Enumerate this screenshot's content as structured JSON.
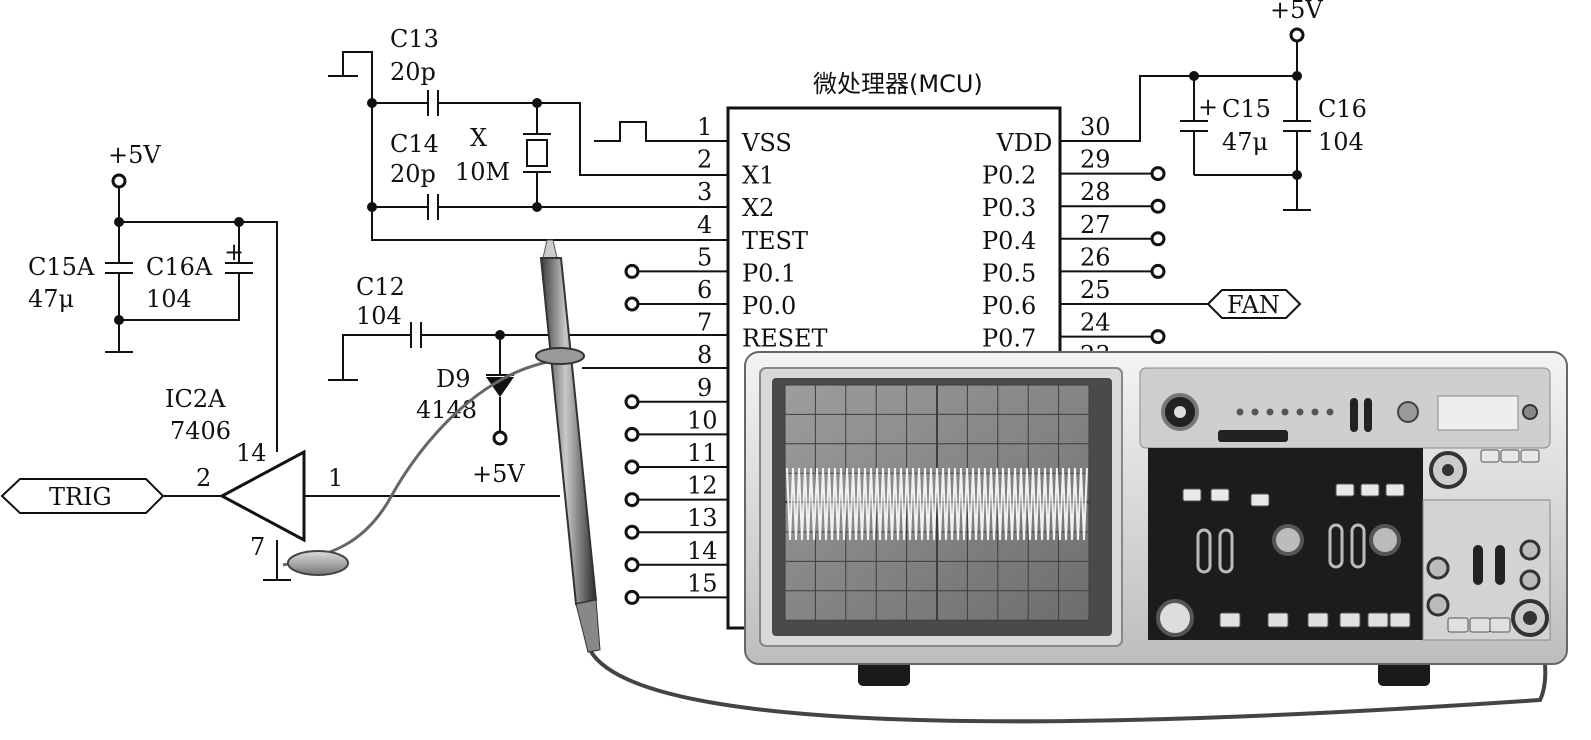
{
  "mcu": {
    "title": "微处理器(MCU)",
    "left_pins": [
      {
        "num": "1",
        "name": "VSS"
      },
      {
        "num": "2",
        "name": "X1"
      },
      {
        "num": "3",
        "name": "X2"
      },
      {
        "num": "4",
        "name": "TEST"
      },
      {
        "num": "5",
        "name": "P0.1"
      },
      {
        "num": "6",
        "name": "P0.0"
      },
      {
        "num": "7",
        "name": "RESET"
      },
      {
        "num": "8",
        "name": ""
      },
      {
        "num": "9",
        "name": ""
      },
      {
        "num": "10",
        "name": ""
      },
      {
        "num": "11",
        "name": ""
      },
      {
        "num": "12",
        "name": ""
      },
      {
        "num": "13",
        "name": ""
      },
      {
        "num": "14",
        "name": ""
      },
      {
        "num": "15",
        "name": ""
      }
    ],
    "right_pins": [
      {
        "num": "30",
        "name": "VDD"
      },
      {
        "num": "29",
        "name": "P0.2"
      },
      {
        "num": "28",
        "name": "P0.3"
      },
      {
        "num": "27",
        "name": "P0.4"
      },
      {
        "num": "26",
        "name": "P0.5"
      },
      {
        "num": "25",
        "name": "P0.6"
      },
      {
        "num": "24",
        "name": "P0.7"
      },
      {
        "num": "23",
        "name": ""
      }
    ]
  },
  "components": {
    "c13": {
      "ref": "C13",
      "value": "20p"
    },
    "c14": {
      "ref": "C14",
      "value": "20p"
    },
    "crystal": {
      "ref": "X",
      "value": "10M"
    },
    "c15": {
      "ref": "C15",
      "value": "47μ",
      "plus": "+"
    },
    "c16": {
      "ref": "C16",
      "value": "104"
    },
    "c15a": {
      "ref": "C15A",
      "value": "47μ"
    },
    "c16a": {
      "ref": "C16A",
      "value": "104",
      "plus": "+"
    },
    "c12": {
      "ref": "C12",
      "value": "104"
    },
    "d9": {
      "ref": "D9",
      "value": "4148"
    },
    "ic2a": {
      "ref": "IC2A",
      "value": "7406",
      "pin_in": "2",
      "pin_out": "1",
      "pin_vcc": "14",
      "pin_gnd": "7"
    }
  },
  "supplies": {
    "top_right": "+5V",
    "left": "+5V",
    "diode": "+5V"
  },
  "signals": {
    "fan": "FAN",
    "trig": "TRIG"
  },
  "colors": {
    "line": "#111111",
    "scope_body": "#e6e6e6",
    "scope_screen": "#8a8a8a",
    "scope_panel": "#1c1c1c"
  }
}
